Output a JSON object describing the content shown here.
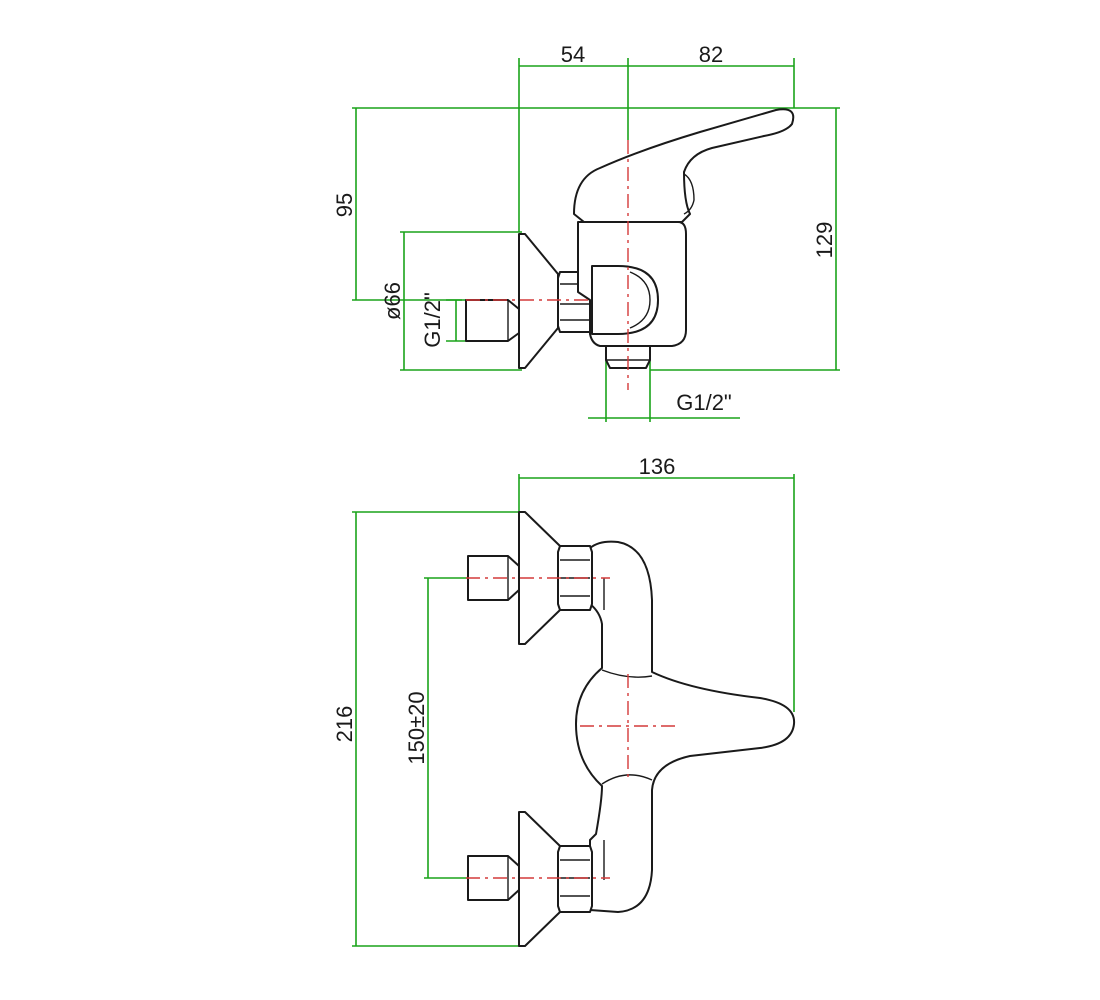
{
  "side_view": {
    "dims": {
      "flange_to_axis": "54",
      "axis_to_lever_tip": "82",
      "top_to_axis": "95",
      "overall_height": "129",
      "flange_diameter": "ø66",
      "inlet_thread": "G1/2\"",
      "outlet_thread": "G1/2\""
    }
  },
  "front_view": {
    "dims": {
      "overall_width": "136",
      "overall_height": "216",
      "inlet_spacing": "150±20"
    }
  },
  "colors": {
    "dimension": "#1aa31a",
    "outline": "#1a1a1a",
    "center_axis": "#d43a3a"
  }
}
